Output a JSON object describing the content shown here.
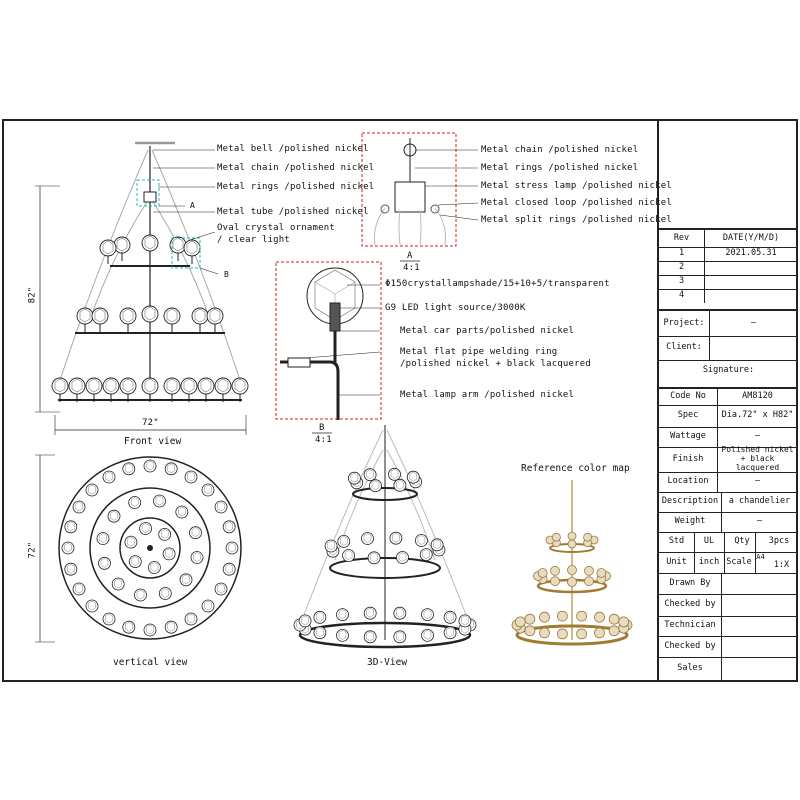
{
  "front": {
    "callouts": [
      "Metal bell /polished nickel",
      "Metal chain /polished nickel",
      "Metal rings /polished nickel",
      "Metal tube /polished nickel",
      "Oval crystal ornament",
      "/ clear light"
    ],
    "marker_a": "A",
    "marker_b": "B",
    "height_dim": "82\"",
    "width_dim": "72\"",
    "caption": "Front view"
  },
  "detail_a": {
    "callouts": [
      "Metal chain /polished nickel",
      "Metal rings /polished nickel",
      "Metal stress lamp /polished nickel",
      "Metal closed loop /polished nickel",
      "Metal split rings /polished nickel"
    ],
    "label": "A",
    "scale": "4:1"
  },
  "detail_b": {
    "callouts": [
      "Φ150crystallampshade/15+10+5/transparent",
      "G9 LED light source/3000K",
      "Metal car parts/polished nickel",
      "Metal flat pipe welding ring",
      "/polished nickel + black lacquered",
      "Metal lamp arm /polished nickel"
    ],
    "label": "B",
    "scale": "4:1"
  },
  "vertical": {
    "caption": "vertical view",
    "dim": "72\""
  },
  "view3d": {
    "caption": "3D-View"
  },
  "reference": {
    "caption": "Reference color map"
  },
  "titleblock": {
    "rev_label": "Rev",
    "date_label": "DATE(Y/M/D)",
    "revs": [
      {
        "n": "1",
        "date": "2021.05.31"
      },
      {
        "n": "2",
        "date": ""
      },
      {
        "n": "3",
        "date": ""
      },
      {
        "n": "4",
        "date": ""
      }
    ],
    "project_label": "Project:",
    "project_value": "—",
    "client_label": "Client:",
    "signature_label": "Signature:",
    "code_label": "Code No",
    "code_value": "AM8120",
    "spec_label": "Spec",
    "spec_value": "Dia.72\" x H82\"",
    "wattage_label": "Wattage",
    "wattage_value": "—",
    "finish_label": "Finish",
    "finish_value": "Polished nickel + black lacquered",
    "location_label": "Location",
    "location_value": "—",
    "description_label": "Description",
    "description_value": "a chandelier",
    "weight_label": "Weight",
    "weight_value": "—",
    "std_label": "Std",
    "ul_label": "UL",
    "qty_label": "Qty",
    "qty_value": "3pcs",
    "unit_label": "Unit",
    "unit_value": "inch",
    "scale_label": "Scale",
    "paper_value": "A4",
    "scale_value": "1:X",
    "drawn_label": "Drawn By",
    "checked1_label": "Checked by",
    "technician_label": "Technician",
    "checked2_label": "Checked by",
    "sales_label": "Sales"
  }
}
